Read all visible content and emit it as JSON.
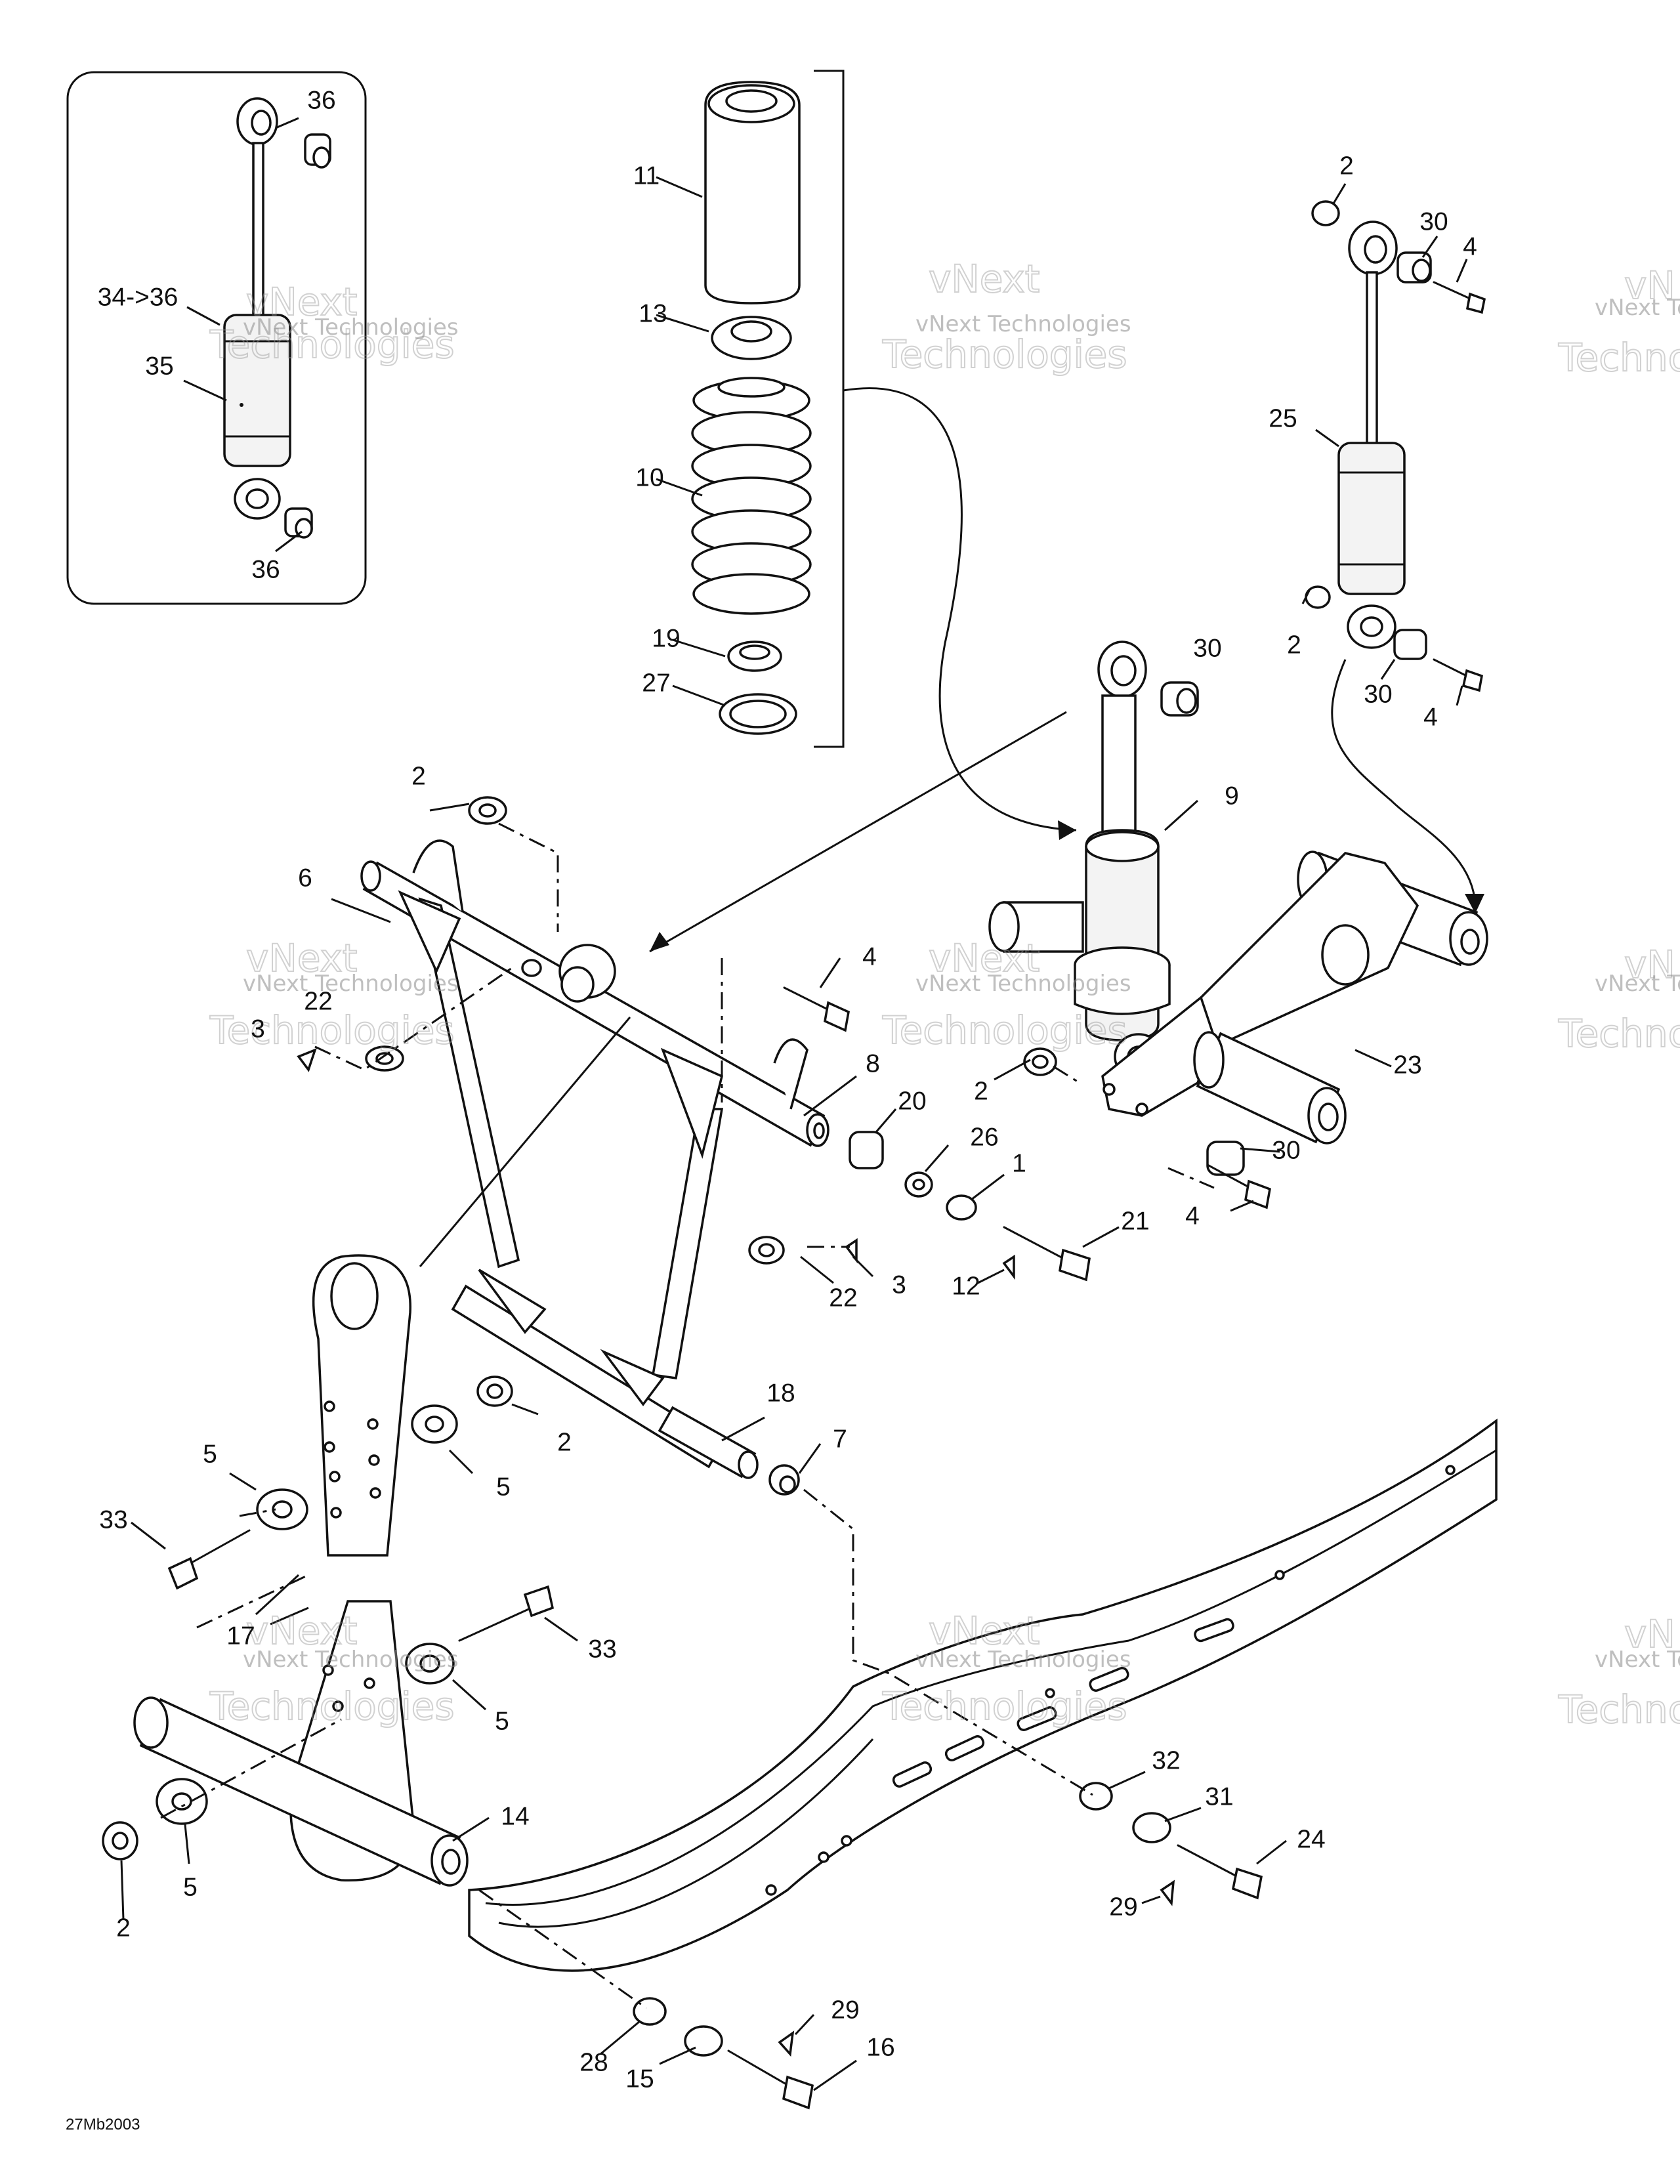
{
  "diagram": {
    "code": "27Mb2003",
    "watermark_line1": "vNext Technologies",
    "watermark_line2": "vNext",
    "watermark_line3": "Technologies",
    "watermark_edge1": "vNext Te",
    "watermark_edge2": "Techno",
    "watermark_edge3": "vN"
  },
  "callouts": [
    "36",
    "34->36",
    "35",
    "36",
    "11",
    "13",
    "10",
    "19",
    "27",
    "2",
    "30",
    "4",
    "25",
    "2",
    "30",
    "4",
    "30",
    "9",
    "2",
    "6",
    "4",
    "3",
    "22",
    "8",
    "20",
    "26",
    "1",
    "21",
    "12",
    "22",
    "3",
    "2",
    "23",
    "30",
    "4",
    "2",
    "5",
    "5",
    "33",
    "18",
    "7",
    "17",
    "33",
    "5",
    "14",
    "5",
    "2",
    "32",
    "31",
    "24",
    "29",
    "29",
    "16",
    "28",
    "15"
  ]
}
